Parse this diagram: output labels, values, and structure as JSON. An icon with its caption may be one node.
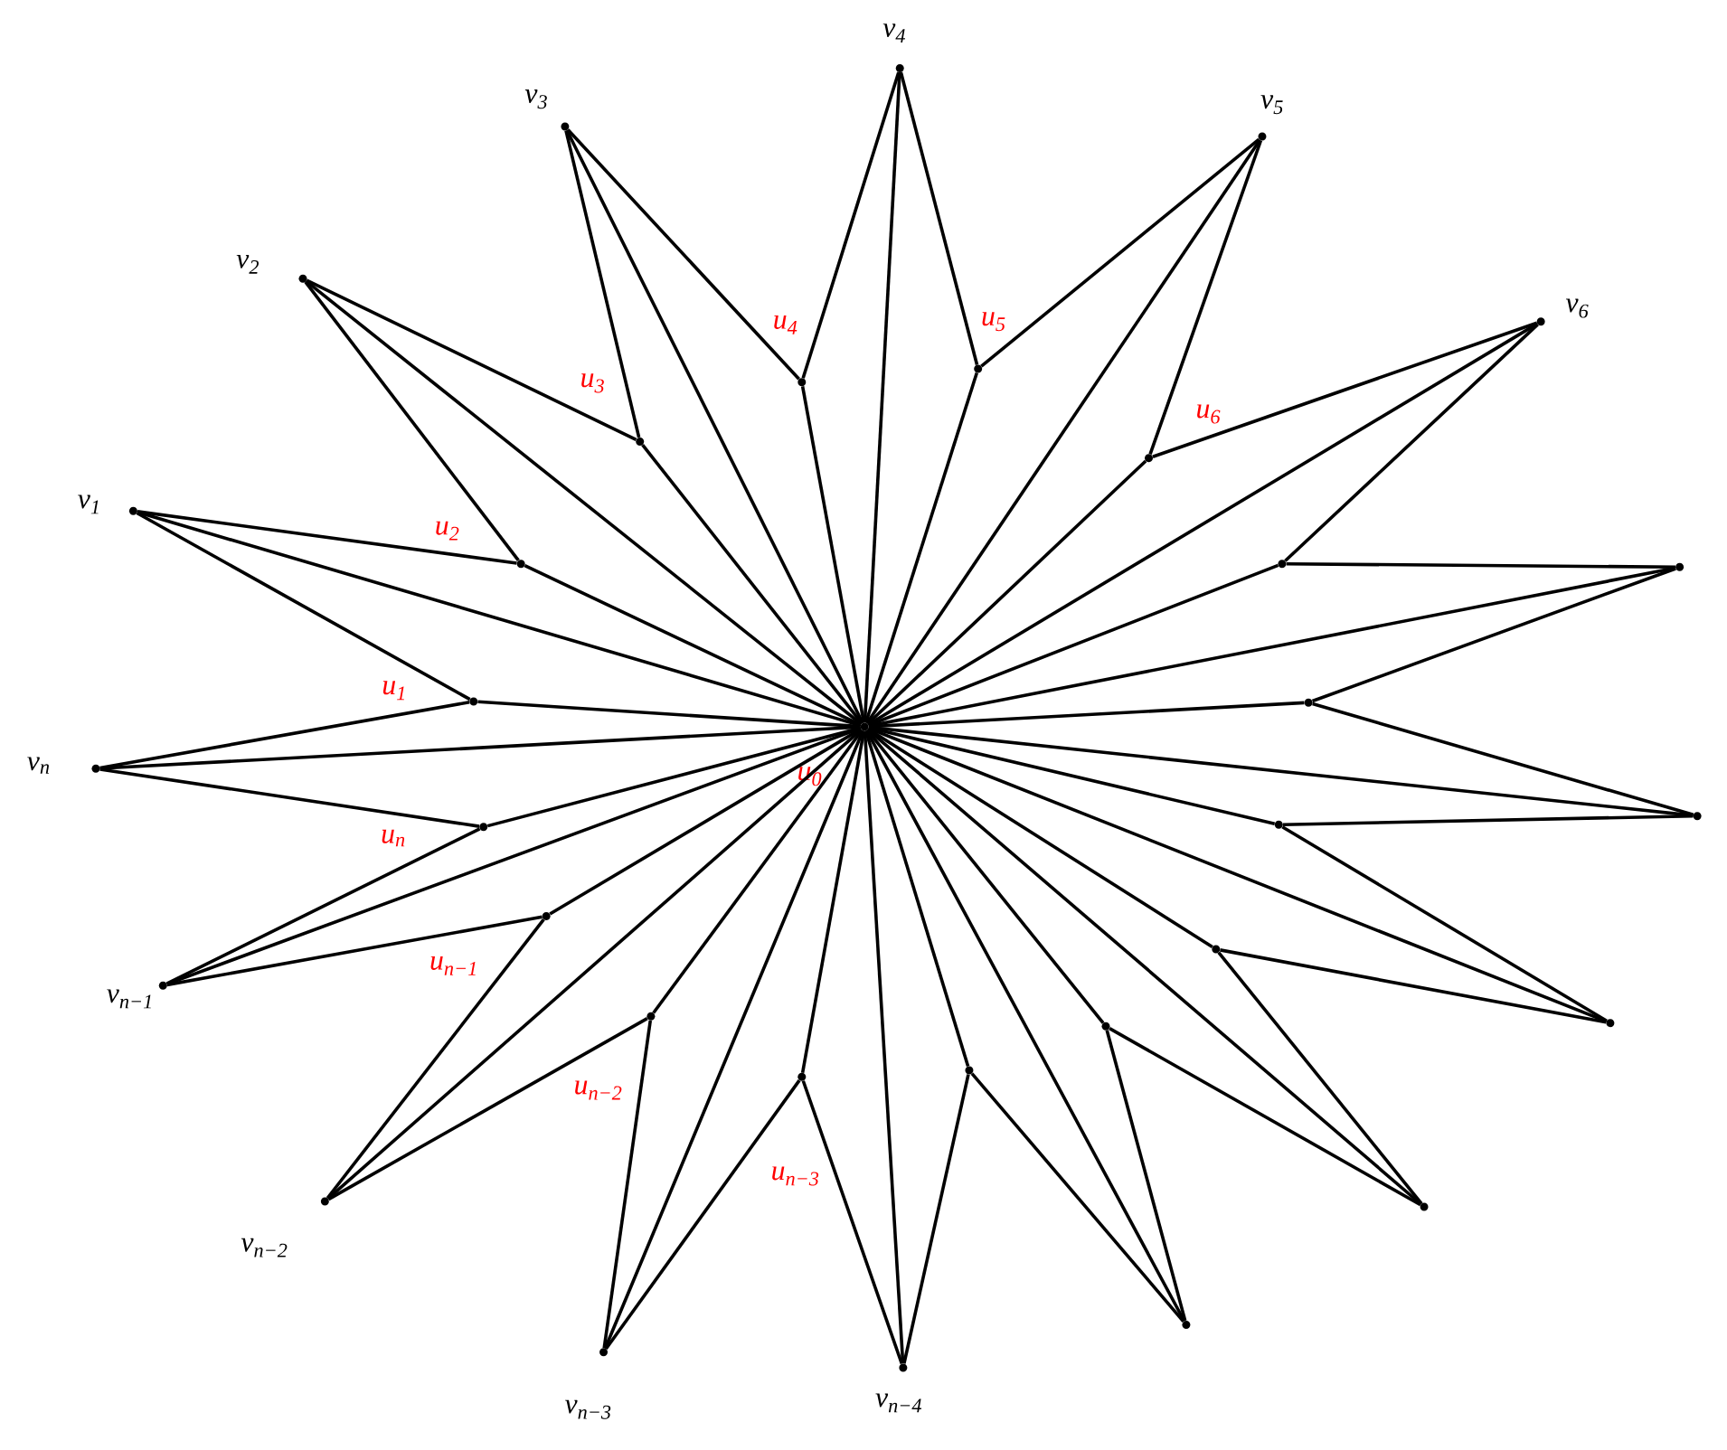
{
  "diagram": {
    "nodes": [
      {
        "text": [
          "u$_{0}$"
        ]
      },
      {
        "text": [
          "v$_{1}$"
        ]
      },
      {
        "text": [
          "v$_{2}$"
        ]
      },
      {
        "text": [
          "v$_{3}$"
        ]
      },
      {
        "text": [
          "v$_{4}$"
        ]
      },
      {
        "text": [
          "v$_{5}$"
        ]
      },
      {
        "text": [
          "v$_{6}$"
        ]
      },
      {
        "text": [],
        "shape": "circle"
      },
      {
        "text": [],
        "shape": "circle"
      },
      {
        "text": [],
        "shape": "circle"
      },
      {
        "text": [],
        "shape": "circle"
      },
      {
        "text": [],
        "shape": "circle"
      },
      {
        "text": [
          "v$_{n−4}$"
        ]
      },
      {
        "text": [
          "v$_{n−3}$"
        ]
      },
      {
        "text": [
          "v$_{n−2}$"
        ]
      },
      {
        "text": [
          "v$_{n−1}$"
        ]
      },
      {
        "text": [
          "v$_{n}$"
        ]
      },
      {
        "text": [
          "u$_{1}$"
        ]
      },
      {
        "text": [
          "u$_{2}$"
        ]
      },
      {
        "text": [
          "u$_{3}$"
        ]
      },
      {
        "text": [
          "u$_{4}$"
        ]
      },
      {
        "text": [
          "u$_{5}$"
        ]
      },
      {
        "text": [
          "u$_{6}$"
        ]
      },
      {
        "text": [],
        "shape": "circle"
      },
      {
        "text": [],
        "shape": "circle"
      },
      {
        "text": [],
        "shape": "circle"
      },
      {
        "text": [],
        "shape": "circle"
      },
      {
        "text": [],
        "shape": "circle"
      },
      {
        "text": [],
        "shape": "circle"
      },
      {
        "text": [
          "u$_{n−3}$"
        ]
      },
      {
        "text": [
          "u$_{n−2}$"
        ]
      },
      {
        "text": [
          "u$_{n−1}$"
        ]
      },
      {
        "text": [
          "u$_{n}$"
        ]
      }
    ],
    "edges": [
      {
        "from": 0,
        "to": 1,
        "arrow": "none"
      },
      {
        "from": 0,
        "to": 2,
        "arrow": "none"
      },
      {
        "from": 0,
        "to": 3,
        "arrow": "none"
      },
      {
        "from": 0,
        "to": 4,
        "arrow": "none"
      },
      {
        "from": 0,
        "to": 5,
        "arrow": "none"
      },
      {
        "from": 0,
        "to": 6,
        "arrow": "none"
      },
      {
        "from": 0,
        "to": 7,
        "arrow": "none"
      },
      {
        "from": 0,
        "to": 8,
        "arrow": "none"
      },
      {
        "from": 0,
        "to": 9,
        "arrow": "none"
      },
      {
        "from": 0,
        "to": 10,
        "arrow": "none"
      },
      {
        "from": 0,
        "to": 11,
        "arrow": "none"
      },
      {
        "from": 0,
        "to": 12,
        "arrow": "none"
      },
      {
        "from": 0,
        "to": 13,
        "arrow": "none"
      },
      {
        "from": 0,
        "to": 14,
        "arrow": "none"
      },
      {
        "from": 0,
        "to": 15,
        "arrow": "none"
      },
      {
        "from": 0,
        "to": 16,
        "arrow": "none"
      },
      {
        "from": 0,
        "to": 17,
        "arrow": "none"
      },
      {
        "from": 0,
        "to": 18,
        "arrow": "none"
      },
      {
        "from": 0,
        "to": 19,
        "arrow": "none"
      },
      {
        "from": 0,
        "to": 20,
        "arrow": "none"
      },
      {
        "from": 0,
        "to": 21,
        "arrow": "none"
      },
      {
        "from": 0,
        "to": 22,
        "arrow": "none"
      },
      {
        "from": 0,
        "to": 23,
        "arrow": "none"
      },
      {
        "from": 0,
        "to": 24,
        "arrow": "none"
      },
      {
        "from": 0,
        "to": 25,
        "arrow": "none"
      },
      {
        "from": 0,
        "to": 26,
        "arrow": "none"
      },
      {
        "from": 0,
        "to": 27,
        "arrow": "none"
      },
      {
        "from": 0,
        "to": 28,
        "arrow": "none"
      },
      {
        "from": 0,
        "to": 29,
        "arrow": "none"
      },
      {
        "from": 0,
        "to": 30,
        "arrow": "none"
      },
      {
        "from": 0,
        "to": 31,
        "arrow": "none"
      },
      {
        "from": 0,
        "to": 32,
        "arrow": "none"
      },
      {
        "from": 17,
        "to": 1,
        "arrow": "none"
      },
      {
        "from": 18,
        "to": 2,
        "arrow": "none"
      },
      {
        "from": 19,
        "to": 3,
        "arrow": "none"
      },
      {
        "from": 20,
        "to": 4,
        "arrow": "none"
      },
      {
        "from": 21,
        "to": 5,
        "arrow": "none"
      },
      {
        "from": 22,
        "to": 6,
        "arrow": "none"
      },
      {
        "from": 23,
        "to": 7,
        "arrow": "none"
      },
      {
        "from": 24,
        "to": 8,
        "arrow": "none"
      },
      {
        "from": 25,
        "to": 9,
        "arrow": "none"
      },
      {
        "from": 26,
        "to": 10,
        "arrow": "none"
      },
      {
        "from": 27,
        "to": 11,
        "arrow": "none"
      },
      {
        "from": 28,
        "to": 12,
        "arrow": "none"
      },
      {
        "from": 29,
        "to": 13,
        "arrow": "none"
      },
      {
        "from": 30,
        "to": 14,
        "arrow": "none"
      },
      {
        "from": 31,
        "to": 15,
        "arrow": "none"
      },
      {
        "from": 32,
        "to": 16,
        "arrow": "none"
      },
      {
        "from": 1,
        "to": 18,
        "arrow": "none"
      },
      {
        "from": 2,
        "to": 19,
        "arrow": "none"
      },
      {
        "from": 3,
        "to": 20,
        "arrow": "none"
      },
      {
        "from": 4,
        "to": 21,
        "arrow": "none"
      },
      {
        "from": 5,
        "to": 22,
        "arrow": "none"
      },
      {
        "from": 6,
        "to": 23,
        "arrow": "none"
      },
      {
        "from": 7,
        "to": 24,
        "arrow": "none"
      },
      {
        "from": 8,
        "to": 25,
        "arrow": "none"
      },
      {
        "from": 9,
        "to": 26,
        "arrow": "none"
      },
      {
        "from": 10,
        "to": 27,
        "arrow": "none"
      },
      {
        "from": 11,
        "to": 28,
        "arrow": "none"
      },
      {
        "from": 12,
        "to": 29,
        "arrow": "none"
      },
      {
        "from": 13,
        "to": 30,
        "arrow": "none"
      },
      {
        "from": 14,
        "to": 31,
        "arrow": "none"
      },
      {
        "from": 15,
        "to": 32,
        "arrow": "none"
      },
      {
        "from": 16,
        "to": 17,
        "arrow": "none"
      }
    ]
  }
}
